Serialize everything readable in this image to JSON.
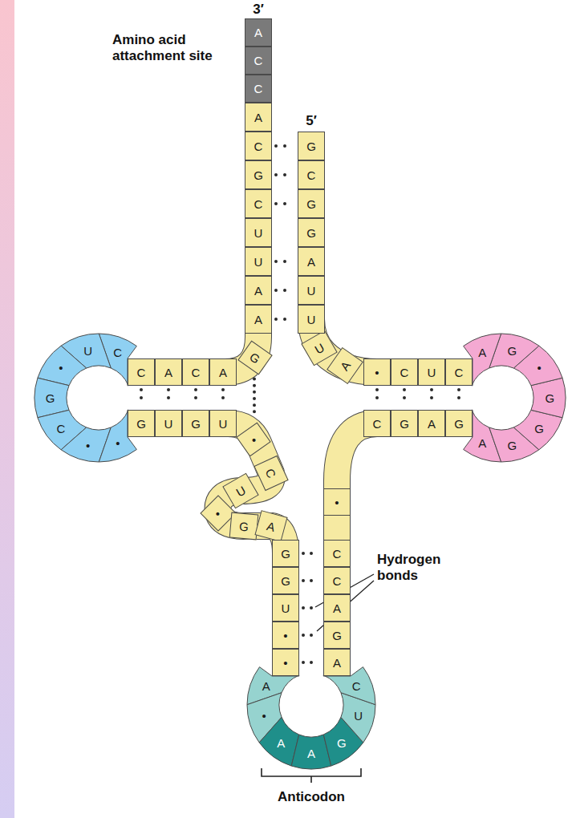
{
  "diagram": {
    "nodes": [
      {
        "text": [
          "A"
        ]
      },
      {
        "text": [
          "C"
        ]
      },
      {
        "text": [
          "C"
        ]
      },
      {
        "text": [
          "A"
        ]
      },
      {
        "text": [
          "C"
        ]
      },
      {
        "text": [
          "G"
        ]
      },
      {
        "text": [
          "C"
        ]
      },
      {
        "text": [
          "U"
        ]
      },
      {
        "text": [
          "U"
        ]
      },
      {
        "text": [
          "A"
        ]
      },
      {
        "text": [
          "A"
        ]
      },
      {
        "text": [
          "G"
        ]
      },
      {
        "text": [
          "A"
        ]
      },
      {
        "text": [
          "C"
        ]
      },
      {
        "text": [
          "A"
        ]
      },
      {
        "text": [
          "C"
        ]
      },
      {
        "text": [
          "C"
        ]
      },
      {
        "text": [
          "U"
        ]
      },
      {
        "text": [
          "•"
        ]
      },
      {
        "text": [
          "G"
        ]
      },
      {
        "text": [
          "C"
        ]
      },
      {
        "text": [
          "•"
        ]
      },
      {
        "text": [
          "•"
        ]
      },
      {
        "text": [
          "G"
        ]
      },
      {
        "text": [
          "U"
        ]
      },
      {
        "text": [
          "G"
        ]
      },
      {
        "text": [
          "U"
        ]
      },
      {
        "text": [
          "•"
        ]
      },
      {
        "text": [
          "C"
        ]
      },
      {
        "text": [
          "U"
        ]
      },
      {
        "text": [
          "•"
        ]
      },
      {
        "text": [
          "G"
        ]
      },
      {
        "text": [
          "A"
        ]
      },
      {
        "text": [
          "G"
        ]
      },
      {
        "text": [
          "G"
        ]
      },
      {
        "text": [
          "U"
        ]
      },
      {
        "text": [
          "•"
        ]
      },
      {
        "text": [
          "•"
        ]
      },
      {
        "text": [
          "A"
        ]
      },
      {
        "text": [
          "•"
        ]
      },
      {
        "text": [
          "A"
        ]
      },
      {
        "text": [
          "A"
        ]
      },
      {
        "text": [
          "G"
        ]
      },
      {
        "text": [
          "U"
        ]
      },
      {
        "text": [
          "C"
        ]
      },
      {
        "text": [
          "A"
        ]
      },
      {
        "text": [
          "G"
        ]
      },
      {
        "text": [
          "A"
        ]
      },
      {
        "text": [
          "C"
        ]
      },
      {
        "text": [
          "C"
        ]
      },
      {
        "text": [
          "•"
        ]
      },
      {
        "text": [
          "C"
        ]
      },
      {
        "text": [
          "G"
        ]
      },
      {
        "text": [
          "A"
        ]
      },
      {
        "text": [
          "G"
        ]
      },
      {
        "text": [
          "A"
        ]
      },
      {
        "text": [
          "G"
        ]
      },
      {
        "text": [
          "G"
        ]
      },
      {
        "text": [
          "G"
        ]
      },
      {
        "text": [
          "•"
        ]
      },
      {
        "text": [
          "G"
        ]
      },
      {
        "text": [
          "A"
        ]
      },
      {
        "text": [
          "C"
        ]
      },
      {
        "text": [
          "U"
        ]
      },
      {
        "text": [
          "C"
        ]
      },
      {
        "text": [
          "•"
        ]
      },
      {
        "text": [
          "A"
        ]
      },
      {
        "text": [
          "U"
        ]
      },
      {
        "text": [
          "U"
        ]
      },
      {
        "text": [
          "U"
        ]
      },
      {
        "text": [
          "A"
        ]
      },
      {
        "text": [
          "G"
        ]
      },
      {
        "text": [
          "G"
        ]
      },
      {
        "text": [
          "C"
        ]
      },
      {
        "text": [
          "G"
        ]
      }
    ],
    "edges": [
      {
        "from": 4,
        "to": 74,
        "arrow": "none"
      },
      {
        "from": 5,
        "to": 73,
        "arrow": "none"
      },
      {
        "from": 6,
        "to": 72,
        "arrow": "none"
      },
      {
        "from": 8,
        "to": 70,
        "arrow": "none"
      },
      {
        "from": 9,
        "to": 69,
        "arrow": "none"
      },
      {
        "from": 10,
        "to": 68,
        "arrow": "none"
      },
      {
        "from": 15,
        "to": 23,
        "arrow": "none"
      },
      {
        "from": 14,
        "to": 24,
        "arrow": "none"
      },
      {
        "from": 13,
        "to": 25,
        "arrow": "none"
      },
      {
        "from": 12,
        "to": 26,
        "arrow": "none"
      },
      {
        "from": 11,
        "to": 27,
        "arrow": "none"
      },
      {
        "from": 33,
        "to": 49,
        "arrow": "none"
      },
      {
        "from": 34,
        "to": 48,
        "arrow": "none"
      },
      {
        "from": 35,
        "to": 47,
        "arrow": "none"
      },
      {
        "from": 36,
        "to": 46,
        "arrow": "none"
      },
      {
        "from": 37,
        "to": 45,
        "arrow": "none"
      },
      {
        "from": 65,
        "to": 51,
        "arrow": "none"
      },
      {
        "from": 64,
        "to": 52,
        "arrow": "none"
      },
      {
        "from": 63,
        "to": 53,
        "arrow": "none"
      },
      {
        "from": 62,
        "to": 54,
        "arrow": "none"
      }
    ],
    "labels": [
      "3′",
      "Amino acid attachment site",
      "5′",
      "Hydrogen bonds",
      "Anticodon"
    ]
  }
}
